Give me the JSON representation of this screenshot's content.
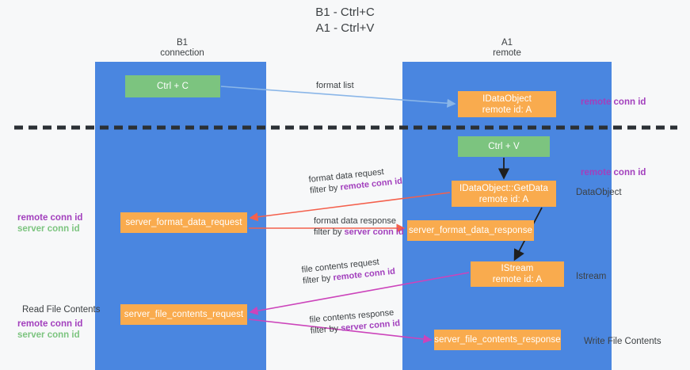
{
  "title": {
    "line1": "B1 - Ctrl+C",
    "line2": "A1 - Ctrl+V"
  },
  "lanes": [
    {
      "name": "B1",
      "sub": "connection"
    },
    {
      "name": "A1",
      "sub": "remote"
    }
  ],
  "boxes": {
    "ctrl_c": "Ctrl + C",
    "ctrl_v": "Ctrl + V",
    "idataobject_l1": "IDataObject",
    "idataobject_l2": "remote id: A",
    "getdata_l1": "IDataObject::GetData",
    "getdata_l2": "remote id: A",
    "istream_l1": "IStream",
    "istream_l2": "remote id: A",
    "server_format_data_request": "server_format_data_request",
    "server_format_data_response": "server_format_data_response",
    "server_file_contents_request": "server_file_contents_request",
    "server_file_contents_response": "server_file_contents_response"
  },
  "side_labels": {
    "remote_conn_id_top": "remote conn id",
    "remote_conn_id_mid": "remote conn id",
    "dataobject": "DataObject",
    "istream": "Istream",
    "write_file_contents": "Write File Contents",
    "read_file_contents": "Read File Contents",
    "remote_conn_id": "remote conn id",
    "server_conn_id": "server conn id"
  },
  "edges": [
    {
      "id": "format-list",
      "label": "format list",
      "filter_prefix": "",
      "filter_key": ""
    },
    {
      "id": "format-data-request",
      "label": "format data request",
      "filter_prefix": "filter by ",
      "filter_key": "remote conn id"
    },
    {
      "id": "format-data-response",
      "label": "format data response",
      "filter_prefix": "filter by ",
      "filter_key": "server conn id"
    },
    {
      "id": "file-contents-request",
      "label": "file contents request",
      "filter_prefix": "filter by ",
      "filter_key": "remote conn id"
    },
    {
      "id": "file-contents-response",
      "label": "file contents response",
      "filter_prefix": "filter by ",
      "filter_key": "server conn id"
    }
  ],
  "colors": {
    "lane": "#4a86e0",
    "green_box": "#7cc47f",
    "orange_box": "#f9ab4e",
    "purple_text": "#a23fbd",
    "green_text": "#7cc47f",
    "red_arrow": "#f4604c",
    "magenta_arrow": "#cc44bb",
    "blue_arrow": "#8ab6e8",
    "black_arrow": "#1f1f1f",
    "background": "#f7f8f9"
  }
}
